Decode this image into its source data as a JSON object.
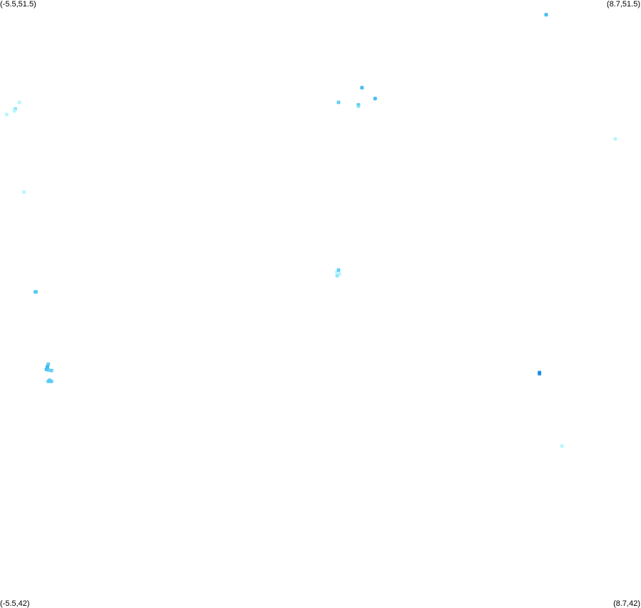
{
  "corners": {
    "top_left": "(-5.5,51.5)",
    "top_right": "(8.7,51.5)",
    "bottom_left": "(-5.5,42)",
    "bottom_right": "(8.7,42)"
  },
  "bounds": {
    "lon_min": -5.5,
    "lon_max": 8.7,
    "lat_min": 42,
    "lat_max": 51.5
  },
  "colors": {
    "very_light": "#aef4fb",
    "light": "#80e4f7",
    "medium": "#4dc9f3",
    "strong": "#2ab1f0",
    "dark": "#1a86e0"
  },
  "points": [
    {
      "lon": 6.6,
      "lat": 51.27,
      "color": "strong"
    },
    {
      "lon": 2.52,
      "lat": 50.13,
      "color": "strong"
    },
    {
      "lon": 2.81,
      "lat": 49.96,
      "color": "strong"
    },
    {
      "lon": 2.0,
      "lat": 49.9,
      "color": "medium"
    },
    {
      "lon": 2.44,
      "lat": 49.86,
      "color": "strong"
    },
    {
      "lon": 2.44,
      "lat": 49.84,
      "color": "light"
    },
    {
      "lon": 8.13,
      "lat": 49.33,
      "color": "very_light"
    },
    {
      "lon": -5.07,
      "lat": 49.9,
      "color": "very_light"
    },
    {
      "lon": -5.16,
      "lat": 49.8,
      "color": "light"
    },
    {
      "lon": -5.18,
      "lat": 49.77,
      "color": "very_light"
    },
    {
      "lon": -5.35,
      "lat": 49.71,
      "color": "very_light"
    },
    {
      "lon": -4.97,
      "lat": 48.5,
      "color": "very_light"
    },
    {
      "lon": 1.96,
      "lat": 47.25,
      "color": "very_light"
    },
    {
      "lon": 2.0,
      "lat": 47.28,
      "color": "medium"
    },
    {
      "lon": 2.02,
      "lat": 47.22,
      "color": "very_light"
    },
    {
      "lon": 1.97,
      "lat": 47.19,
      "color": "light"
    },
    {
      "lon": -4.72,
      "lat": 46.94,
      "color": "medium"
    },
    {
      "lon": -4.7,
      "lat": 46.94,
      "color": "medium"
    },
    {
      "lon": -4.43,
      "lat": 45.81,
      "color": "medium"
    },
    {
      "lon": -4.45,
      "lat": 45.77,
      "color": "strong"
    },
    {
      "lon": -4.47,
      "lat": 45.73,
      "color": "strong"
    },
    {
      "lon": -4.43,
      "lat": 45.72,
      "color": "medium"
    },
    {
      "lon": -4.36,
      "lat": 45.71,
      "color": "medium"
    },
    {
      "lon": -4.4,
      "lat": 45.56,
      "color": "medium"
    },
    {
      "lon": -4.43,
      "lat": 45.54,
      "color": "medium"
    },
    {
      "lon": -4.36,
      "lat": 45.54,
      "color": "medium"
    },
    {
      "lon": 6.45,
      "lat": 45.66,
      "color": "dark"
    },
    {
      "lon": 6.45,
      "lat": 45.68,
      "color": "dark"
    },
    {
      "lon": 6.95,
      "lat": 44.53,
      "color": "very_light"
    }
  ]
}
